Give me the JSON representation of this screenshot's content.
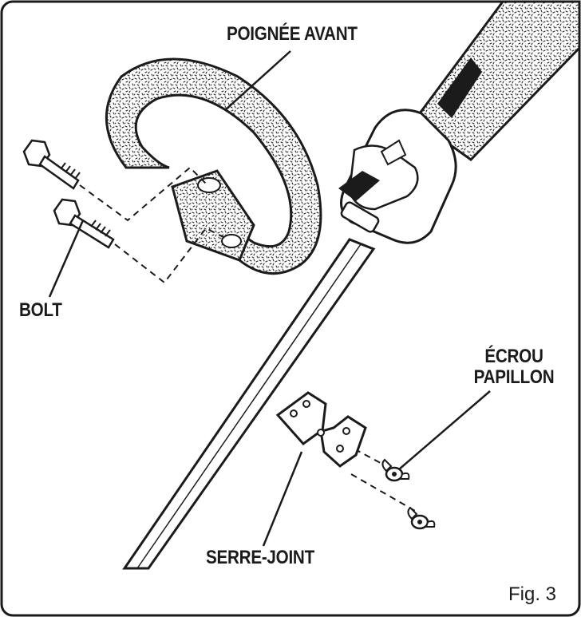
{
  "labels": {
    "front_handle": "POIGNÉE AVANT",
    "bolt": "BOLT",
    "wing_nut_line1": "ÉCROU",
    "wing_nut_line2": "PAPILLON",
    "clamp": "SERRE-JOINT",
    "figure_number": "Fig. 3"
  },
  "colors": {
    "ink": "#1b1b1b",
    "paper": "#ffffff"
  }
}
